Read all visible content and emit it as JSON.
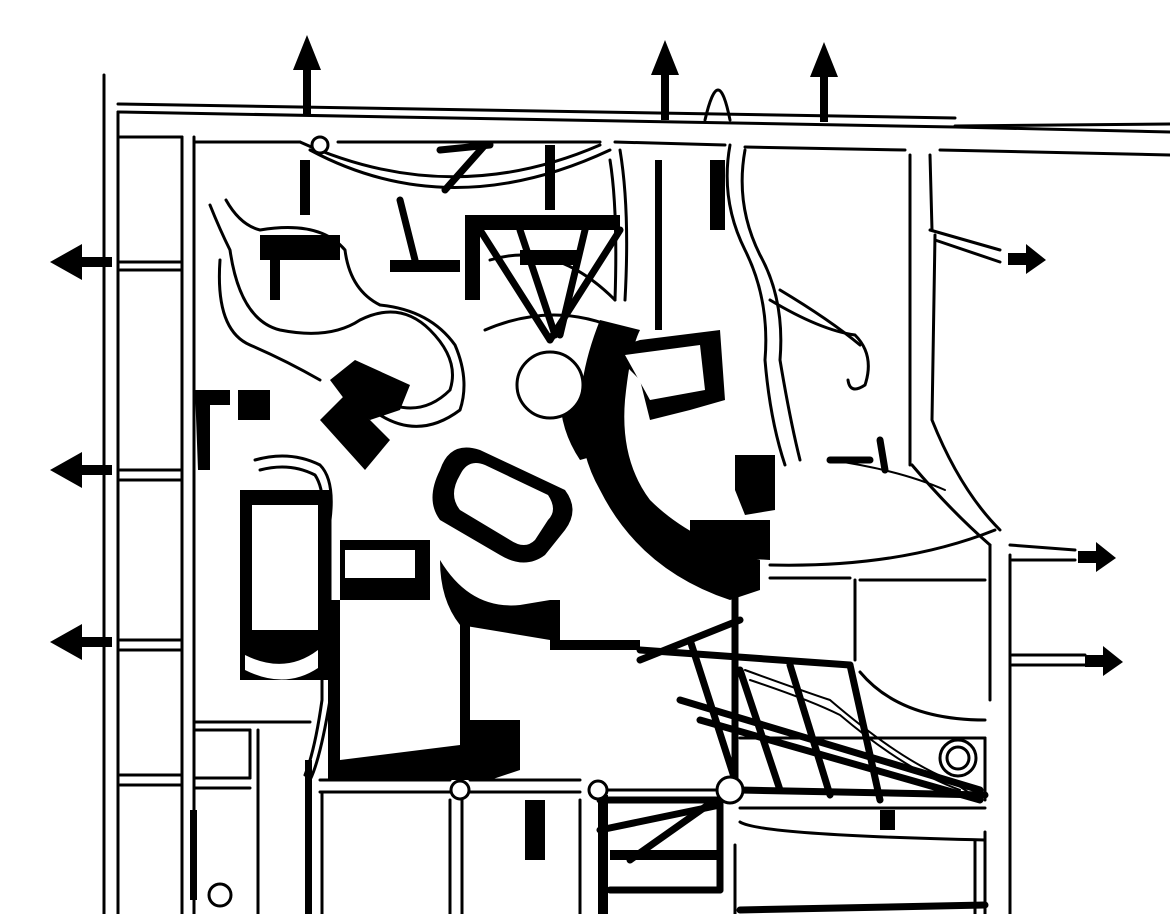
{
  "map": {
    "style": "black-and-white figure-ground site plan",
    "colors": {
      "ink": "#000000",
      "paper": "#ffffff"
    },
    "access_arrows": [
      {
        "direction": "north"
      },
      {
        "direction": "north"
      },
      {
        "direction": "north"
      },
      {
        "direction": "west"
      },
      {
        "direction": "west"
      },
      {
        "direction": "west"
      },
      {
        "direction": "east"
      },
      {
        "direction": "east"
      },
      {
        "direction": "east"
      }
    ]
  }
}
